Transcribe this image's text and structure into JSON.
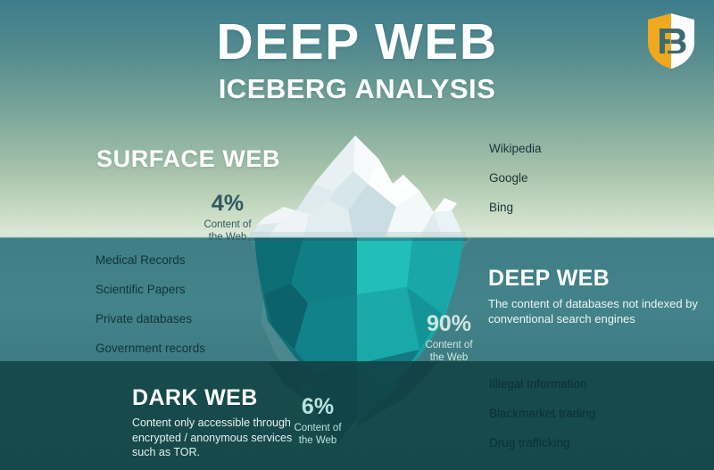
{
  "brand": {
    "logo_icon": "shield-fb-logo-icon",
    "logo_letters": "FB",
    "gold": "#F0A81E",
    "white": "#FFFFFF"
  },
  "header": {
    "title_main": "DEEP WEB",
    "title_sub": "ICEBERG ANALYSIS"
  },
  "layers": {
    "surface": {
      "heading": "SURFACE WEB",
      "percent": "4%",
      "caption_line1": "Content of",
      "caption_line2": "the Web",
      "examples": [
        "Wikipedia",
        "Google",
        "Bing"
      ]
    },
    "deep": {
      "heading": "DEEP WEB",
      "description": "The content of databases not indexed by conventional search engines",
      "percent": "90%",
      "caption_line1": "Content of",
      "caption_line2": "the Web",
      "examples": [
        "Medical Records",
        "Scientific Papers",
        "Private databases",
        "Government records"
      ]
    },
    "dark": {
      "heading": "DARK WEB",
      "description": "Content only accessible through encrypted / anonymous services such as TOR.",
      "percent": "6%",
      "caption_line1": "Content of",
      "caption_line2": "the Web",
      "examples": [
        "Illiegal Information",
        "Blackmarket trading",
        "Drug trafficking"
      ]
    }
  },
  "chart_data": {
    "type": "pie",
    "title": "DEEP WEB ICEBERG ANALYSIS",
    "categories": [
      "Surface Web",
      "Deep Web",
      "Dark Web"
    ],
    "values": [
      4,
      90,
      6
    ],
    "unit": "% Content of the Web",
    "labels": [
      "4%",
      "90%",
      "6%"
    ]
  },
  "colors": {
    "sky_top": "#3D7D8C",
    "sky_bottom": "#DFEADB",
    "water": "#43838A",
    "deep_band": "#184C4D",
    "ice_white": "#FFFFFF",
    "ice_teal": "#1FA8A8"
  }
}
